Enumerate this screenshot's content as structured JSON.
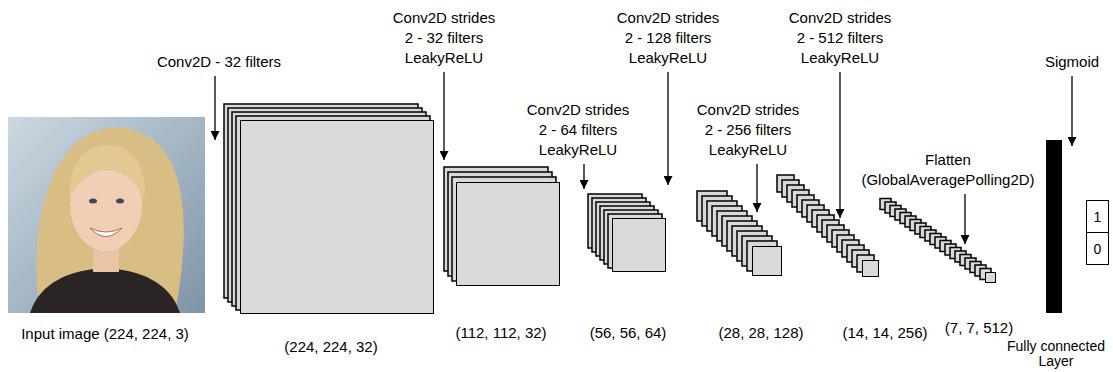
{
  "diagram": {
    "nodes": [
      {
        "text": [
          "Input image (224, 224, 3)"
        ]
      },
      {
        "text": [
          "(224, 224, 32)"
        ]
      },
      {
        "text": [
          "(112, 112, 32)"
        ]
      },
      {
        "text": [
          "(56, 56, 64)"
        ]
      },
      {
        "text": [
          "(28, 28, 128)"
        ]
      },
      {
        "text": [
          "(14, 14, 256)"
        ]
      },
      {
        "text": [
          "(7, 7, 512)"
        ]
      },
      {
        "text": [
          "Fully connected Layer"
        ]
      },
      {
        "text": [
          "1"
        ]
      },
      {
        "text": [
          "0"
        ]
      }
    ],
    "labels": [
      "Conv2D - 32 filters",
      "Conv2D strides 2 - 32 filters LeakyReLU",
      "Conv2D strides 2 - 64 filters LeakyReLU",
      "Conv2D strides 2 - 128 filters LeakyReLU",
      "Conv2D strides 2 - 256 filters LeakyReLU",
      "Conv2D strides 2 - 512 filters LeakyReLU",
      "Flatten (GlobalAveragePolling2D)",
      "Sigmoid"
    ]
  }
}
